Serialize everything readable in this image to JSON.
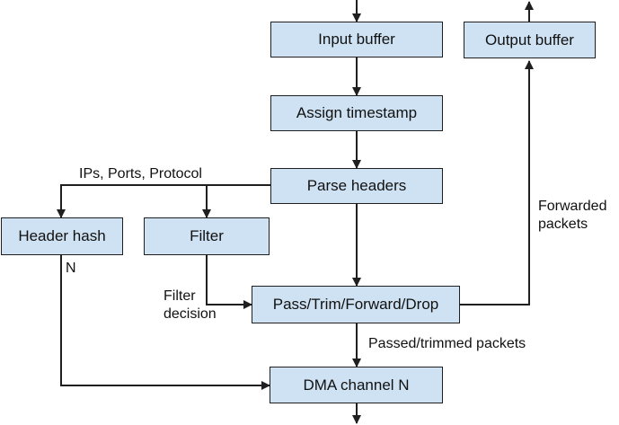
{
  "nodes": {
    "input_buffer": "Input buffer",
    "output_buffer": "Output buffer",
    "assign_timestamp": "Assign timestamp",
    "parse_headers": "Parse headers",
    "header_hash": "Header hash",
    "filter": "Filter",
    "pass_trim": "Pass/Trim/Forward/Drop",
    "dma_channel": "DMA channel N"
  },
  "edge_labels": {
    "ips_ports": "IPs, Ports, Protocol",
    "n": "N",
    "filter_decision_1": "Filter",
    "filter_decision_2": "decision",
    "forwarded_1": "Forwarded",
    "forwarded_2": "packets",
    "passed_trimmed": "Passed/trimmed packets"
  },
  "colors": {
    "node_fill": "#cfe2f3",
    "stroke": "#1f1f1f"
  }
}
